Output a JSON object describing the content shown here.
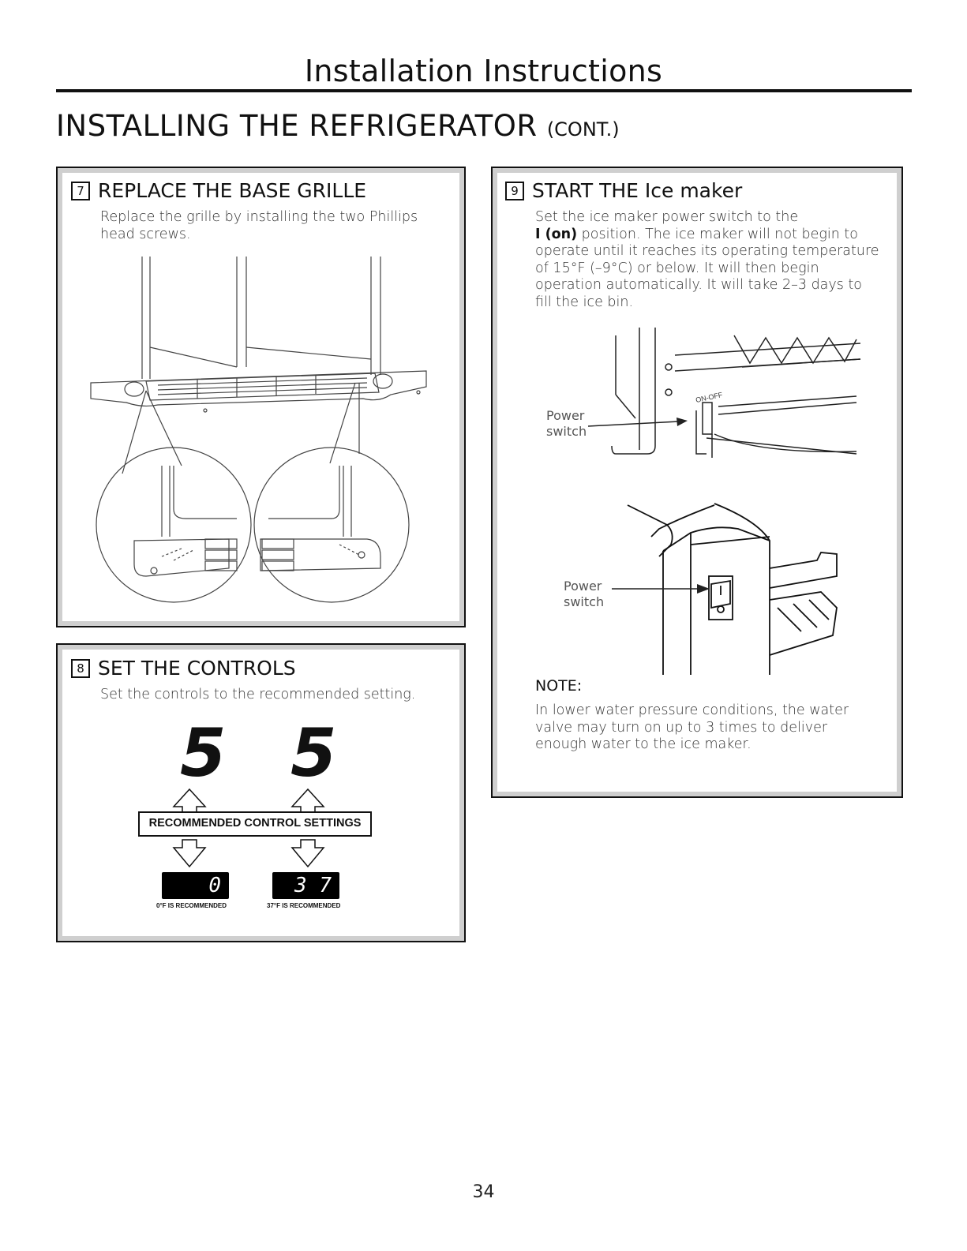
{
  "header": {
    "title": "Installation Instructions"
  },
  "section": {
    "title": "INSTALLING THE REFRIGERATOR",
    "title_suffix": "(CONT.)"
  },
  "steps": {
    "step7": {
      "number": "7",
      "title": "REPLACE THE BASE GRILLE",
      "body": "Replace the grille by installing the two Phillips head screws."
    },
    "step8": {
      "number": "8",
      "title": "SET THE CONTROLS",
      "body": "Set the controls to the recommended setting.",
      "setting_left": "5",
      "setting_right": "5",
      "recommended_label": "RECOMMENDED CONTROL SETTINGS",
      "freezer_display": "0",
      "fresh_display": "3 7",
      "freezer_caption": "0°F IS RECOMMENDED",
      "fresh_caption": "37°F IS RECOMMENDED"
    },
    "step9": {
      "number": "9",
      "title": "START THE Ice maker",
      "body_line1": "Set the ice maker power switch to the",
      "body_bold": "I (on)",
      "body_rest": " position. The ice maker will not begin to operate until it reaches its operating temperature of 15°F (–9°C) or below. It will then begin operation automatically. It will take 2–3 days to fill the ice bin.",
      "callout_1_line1": "Power",
      "callout_1_line2": "switch",
      "switch_label": "ON-OFF",
      "callout_2_line1": "Power",
      "callout_2_line2": "switch",
      "note_title": "NOTE:",
      "note_body": "In lower water pressure conditions, the water valve may turn on up to 3 times to deliver enough water to the ice maker."
    }
  },
  "footer": {
    "page_number": "34"
  }
}
